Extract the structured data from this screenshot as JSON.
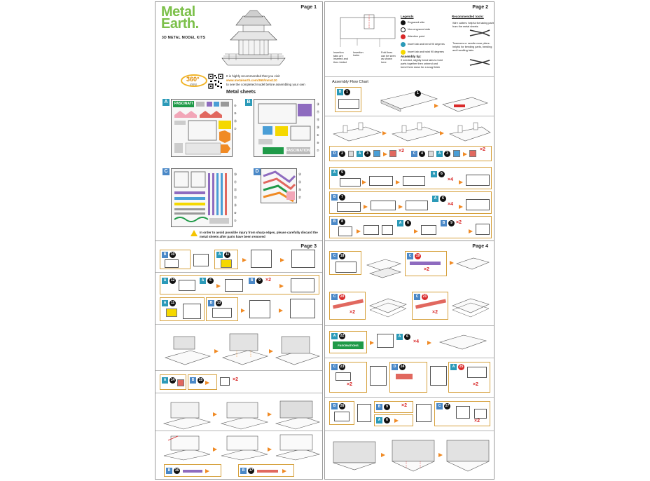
{
  "pages": {
    "p1": {
      "label": "Page 1"
    },
    "p2": {
      "label": "Page 2"
    },
    "p3": {
      "label": "Page 3"
    },
    "p4": {
      "label": "Page 4"
    }
  },
  "brand": {
    "line1": "Metal",
    "line2": "Earth.",
    "subtitle": "3D METAL MODEL KITS",
    "color": "#7cc04a"
  },
  "view360": {
    "badge": "360°",
    "badge_sub": "view",
    "text1": "It is highly recommended that you visit",
    "url": "www.metalearth.com/360/mms110",
    "text2": "to see the completed model before assembling your own"
  },
  "metal_sheets": {
    "title": "Metal sheets",
    "sheet_labels": [
      "A",
      "B",
      "C",
      "D"
    ],
    "sheet_a_bar": "PASCINATI",
    "sheet_b_bar": "FASCINATIONS"
  },
  "warning": {
    "text": "In order to avoid possible injury from sharp edges, please carefully discard the metal sheets after parts have been removed"
  },
  "legend": {
    "title": "Legends",
    "items": [
      "Engraved side",
      "Non-engraved side",
      "Attention point",
      "Insert tab and bend 90 degrees",
      "Insert tab and twist 90 degrees"
    ],
    "diagram_labels": {
      "insertion": "Insertion tabs are inserted and then folded",
      "holes": "Insertion holes",
      "fold": "Fold lines can be seen as shown here"
    }
  },
  "tools": {
    "title": "Recommended tools:",
    "items": [
      "Wire cutters: helpful for taking parts from the metal sheets",
      "Tweezers or needle nose pliers: helpful for bending parts, bending and handling tabs"
    ],
    "assembly_tip_title": "Assembly tip:",
    "assembly_tip": "If needed, slightly bend tabs to hold parts together then unbend and bend them down for a snug finish"
  },
  "assembly": {
    "flow_title": "Assembly Flow Chart"
  },
  "steps_p2": [
    {
      "row": 1,
      "tags": [
        [
          "B",
          "1"
        ]
      ],
      "nums": [
        "1"
      ]
    },
    {
      "row": 3,
      "tags": [
        [
          "D",
          "2"
        ],
        [
          "A",
          "3"
        ],
        [
          "C",
          "4"
        ],
        [
          "A",
          "3"
        ]
      ],
      "mult": [
        "×2",
        "×2"
      ]
    },
    {
      "row": 4,
      "tags": [
        [
          "A",
          "5"
        ],
        [
          "A",
          "6"
        ]
      ],
      "mult": [
        "×4"
      ]
    },
    {
      "row": 5,
      "tags": [
        [
          "B",
          "7"
        ],
        [
          "A",
          "6"
        ]
      ],
      "mult": [
        "×4"
      ]
    },
    {
      "row": 6,
      "tags": [
        [
          "B",
          "8"
        ],
        [
          "A",
          "6"
        ],
        [
          "B",
          "9"
        ]
      ],
      "mult": [
        "×2"
      ]
    }
  ],
  "steps_p3": [
    {
      "tags": [
        [
          "B",
          "10"
        ],
        [
          "A",
          "11"
        ]
      ]
    },
    {
      "tags": [
        [
          "A",
          "12"
        ],
        [
          "A",
          "6"
        ],
        [
          "B",
          "9"
        ]
      ],
      "mult": [
        "×2"
      ]
    },
    {
      "tags": [
        [
          "A",
          "11"
        ],
        [
          "B",
          "13"
        ]
      ]
    },
    {
      "tags": [
        [
          "A",
          "14"
        ],
        [
          "B",
          "15"
        ]
      ],
      "mult": [
        "×2"
      ]
    },
    {
      "tags": [
        [
          "B",
          "16"
        ],
        [
          "B",
          "17"
        ]
      ]
    }
  ],
  "steps_p4": [
    {
      "tags": [
        [
          "C",
          "18"
        ],
        [
          "C",
          "19"
        ]
      ],
      "mult": [
        "×2"
      ]
    },
    {
      "tags": [
        [
          "C",
          "20"
        ],
        [
          "C",
          "21"
        ]
      ],
      "mult": [
        "×2",
        "×2"
      ]
    },
    {
      "tags": [
        [
          "A",
          "22"
        ],
        [
          "A",
          "6"
        ]
      ],
      "mult": [
        "×4"
      ]
    },
    {
      "tags": [
        [
          "C",
          "23"
        ],
        [
          "D",
          "24"
        ],
        [
          "A",
          "25"
        ]
      ],
      "mult": [
        "×2",
        "×2"
      ]
    },
    {
      "tags": [
        [
          "B",
          "26"
        ],
        [
          "B",
          "9"
        ],
        [
          "C",
          "27"
        ],
        [
          "A",
          "6"
        ]
      ],
      "mult": [
        "×2",
        "×2"
      ]
    }
  ],
  "p4_green_bar": "FASCINATIONS",
  "colors": {
    "teal": "#2b9ab8",
    "orange": "#f08a24",
    "red": "#d92a2a",
    "gold_border": "#d6a13d",
    "yellow": "#f5d800",
    "green": "#1f9a48"
  }
}
